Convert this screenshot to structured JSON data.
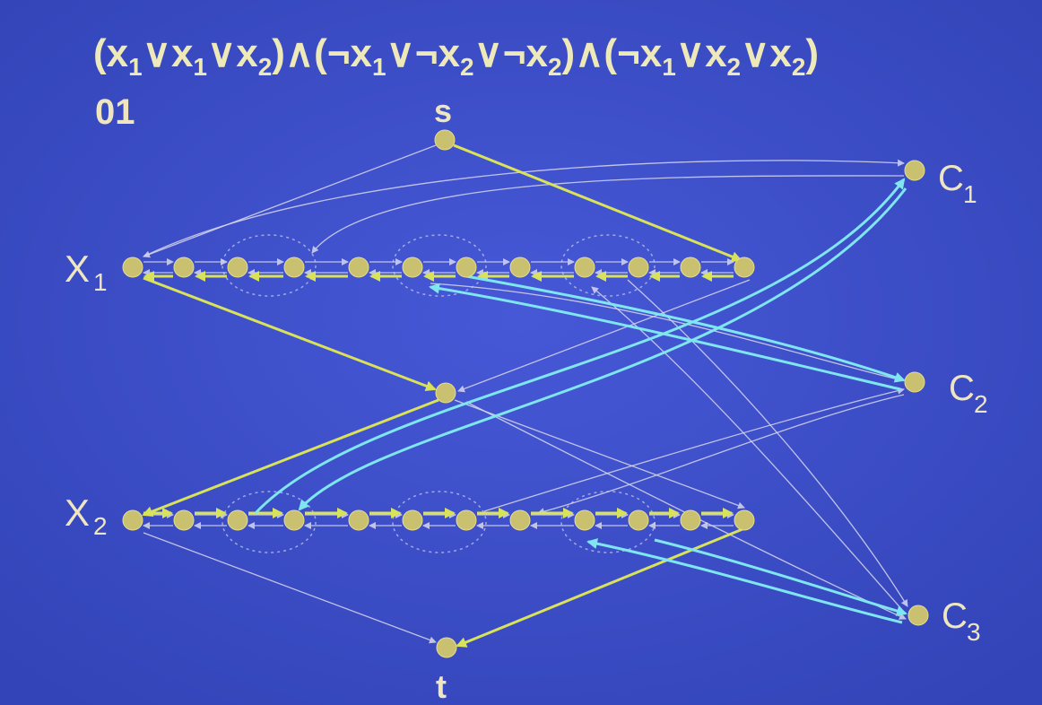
{
  "formula": {
    "clauses": [
      [
        {
          "neg": false,
          "var": "x",
          "sub": "1"
        },
        {
          "neg": false,
          "var": "x",
          "sub": "1"
        },
        {
          "neg": false,
          "var": "x",
          "sub": "2"
        }
      ],
      [
        {
          "neg": true,
          "var": "x",
          "sub": "1"
        },
        {
          "neg": true,
          "var": "x",
          "sub": "2"
        },
        {
          "neg": true,
          "var": "x",
          "sub": "2"
        }
      ],
      [
        {
          "neg": true,
          "var": "x",
          "sub": "1"
        },
        {
          "neg": false,
          "var": "x",
          "sub": "2"
        },
        {
          "neg": false,
          "var": "x",
          "sub": "2"
        }
      ]
    ],
    "or_symbol": "∨",
    "and_symbol": "∧",
    "not_symbol": "¬"
  },
  "assignment": "01",
  "labels": {
    "source": "s",
    "sink": "t",
    "var_rows": [
      {
        "base": "X",
        "sub": "1"
      },
      {
        "base": "X",
        "sub": "2"
      }
    ],
    "clause_nodes": [
      {
        "base": "C",
        "sub": "1"
      },
      {
        "base": "C",
        "sub": "2"
      },
      {
        "base": "C",
        "sub": "3"
      }
    ]
  },
  "colors": {
    "background": "#3a4bc4",
    "node": "#c9c170",
    "path_highlight": "#d9e35a",
    "clause_highlight": "#7fe6f0",
    "thin_edge": "#d8d8ee",
    "text": "#efe6c0"
  }
}
